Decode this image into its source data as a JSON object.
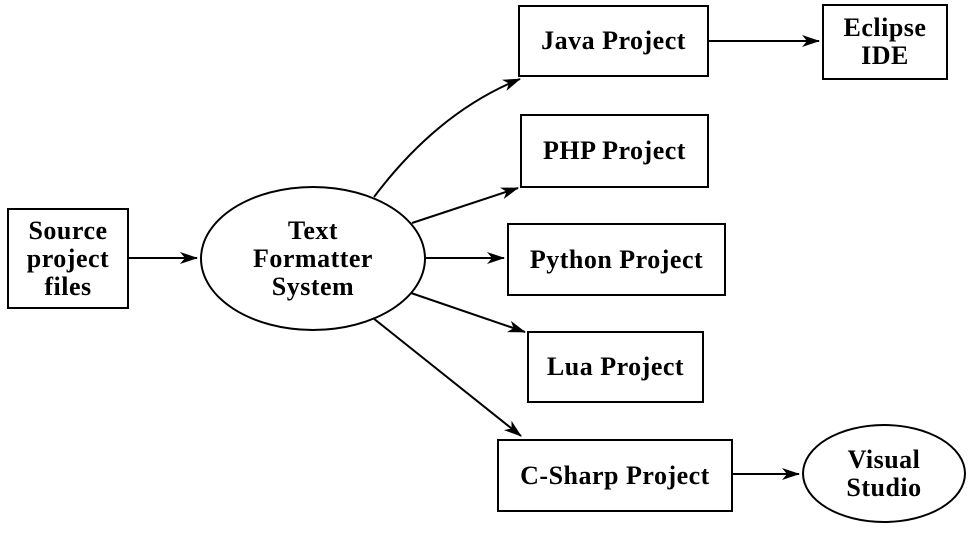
{
  "diagram": {
    "title": "Text Formatter System diagram",
    "colors": {
      "stroke": "#000000",
      "text": "#000000",
      "background": "#ffffff"
    },
    "nodes": {
      "source": {
        "label": "Source\nproject\nfiles",
        "shape": "rectangle"
      },
      "system": {
        "label": "Text\nFormatter\nSystem",
        "shape": "ellipse"
      },
      "java": {
        "label": "Java Project",
        "shape": "rectangle"
      },
      "eclipse": {
        "label": "Eclipse\nIDE",
        "shape": "rectangle"
      },
      "php": {
        "label": "PHP Project",
        "shape": "rectangle"
      },
      "python": {
        "label": "Python Project",
        "shape": "rectangle"
      },
      "lua": {
        "label": "Lua Project",
        "shape": "rectangle"
      },
      "csharp": {
        "label": "C-Sharp Project",
        "shape": "rectangle"
      },
      "vstudio": {
        "label": "Visual\nStudio",
        "shape": "ellipse"
      }
    },
    "edges": [
      {
        "from": "source",
        "to": "system"
      },
      {
        "from": "system",
        "to": "java"
      },
      {
        "from": "system",
        "to": "php"
      },
      {
        "from": "system",
        "to": "python"
      },
      {
        "from": "system",
        "to": "lua"
      },
      {
        "from": "system",
        "to": "csharp"
      },
      {
        "from": "java",
        "to": "eclipse"
      },
      {
        "from": "csharp",
        "to": "vstudio"
      }
    ]
  }
}
